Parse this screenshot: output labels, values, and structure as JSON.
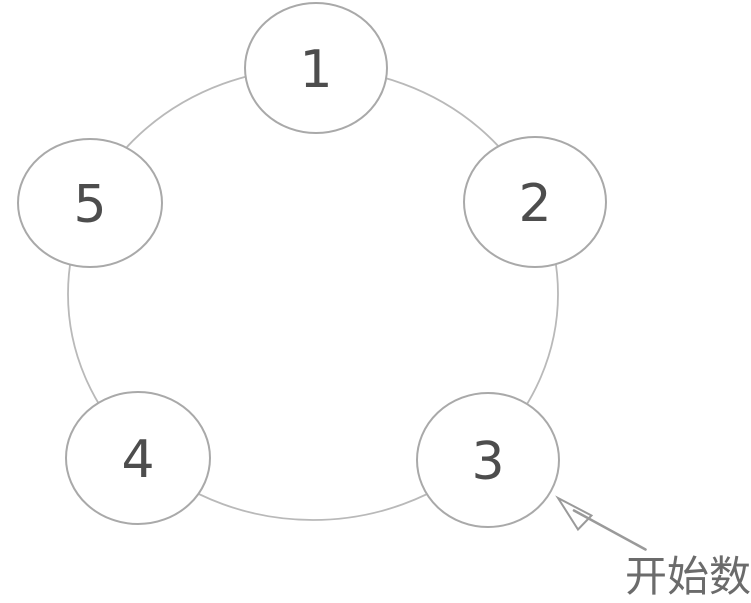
{
  "diagram": {
    "kind": "circle-of-numbered-nodes",
    "nodes": [
      {
        "label": "1"
      },
      {
        "label": "2"
      },
      {
        "label": "3"
      },
      {
        "label": "4"
      },
      {
        "label": "5"
      }
    ],
    "annotation": {
      "label": "开始数",
      "target_node_label": "3"
    },
    "colors": {
      "background": "#ffffff",
      "ring_stroke": "#b9b9b9",
      "node_stroke": "#a9a9a9",
      "node_fill": "#ffffff",
      "number_text": "#4d4d4d",
      "arrow": "#9a9a9a",
      "annotation_text": "#6b6b6b"
    }
  }
}
